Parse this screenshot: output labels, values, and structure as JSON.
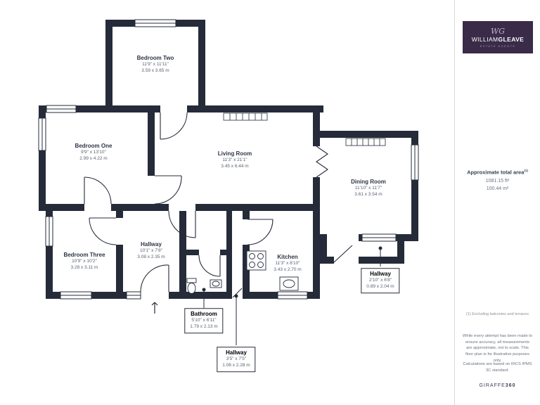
{
  "rooms": [
    {
      "name": "Bedroom Two",
      "imperial": "11'9\" x 11'11\"",
      "metric": "3.59 x 3.65 m"
    },
    {
      "name": "Bedroom One",
      "imperial": "9'9\" x 13'10\"",
      "metric": "2.99 x 4.22 m"
    },
    {
      "name": "Living Room",
      "imperial": "11'3\" x 21'1\"",
      "metric": "3.45 x 6.44 m"
    },
    {
      "name": "Dining Room",
      "imperial": "11'10\" x 11'7\"",
      "metric": "3.61 x 3.54 m"
    },
    {
      "name": "Bedroom Three",
      "imperial": "10'9\" x 10'2\"",
      "metric": "3.28 x 3.11 m"
    },
    {
      "name": "Hallway",
      "imperial": "10'1\" x 7'8\"",
      "metric": "3.08 x 2.35 m"
    },
    {
      "name": "Kitchen",
      "imperial": "11'3\" x 8'10\"",
      "metric": "3.43 x 2.70 m"
    },
    {
      "name": "Bathroom",
      "imperial": "5'10\" x 6'11\"",
      "metric": "1.79 x 2.13 m"
    },
    {
      "name": "Hallway",
      "imperial": "2'10\" x 6'8\"",
      "metric": "0.89 x 2.04 m"
    },
    {
      "name": "Hallway",
      "imperial": "3'5\" x 7'5\"",
      "metric": "1.06 x 2.28 m"
    }
  ],
  "sidebar": {
    "brand": {
      "monogram": "WG",
      "name_first": "WILLIAM",
      "name_second": "GLEAVE",
      "tagline": "ESTATE AGENTS",
      "bg_color": "#3a2b49"
    },
    "area": {
      "label": "Approximate total area",
      "footnote_ref": "(1)",
      "value_ft": "1081.15 ft²",
      "value_m": "100.44 m²"
    },
    "footnote": "(1) Excluding balconies and terraces",
    "disclaimer": "While every attempt has been made to ensure accuracy, all measurements are approximate, not to scale. This floor plan is for illustrative purposes only.",
    "standard": "Calculations are based on RICS IPMS 3C standard.",
    "brand_footer": {
      "first": "GIRAFFE",
      "second": "360"
    }
  },
  "colors": {
    "wall": "#252b39",
    "label_text": "#2e3545"
  }
}
